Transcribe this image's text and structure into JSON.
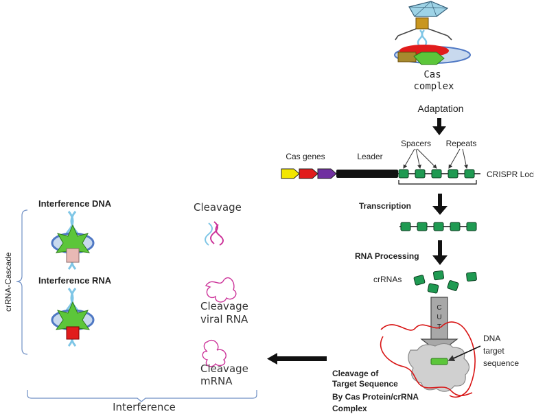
{
  "cas_complex_label": [
    "Cas",
    "complex"
  ],
  "adaptation": "Adaptation",
  "cas_genes": "Cas genes",
  "leader": "Leader",
  "spacers": "Spacers",
  "repeats": "Repeats",
  "crispr_loci": "CRISPR Loci",
  "transcription": "Transcription",
  "rna_processing": "RNA Processing",
  "crrnas": "crRNAs",
  "cut": [
    "C",
    "U",
    "T"
  ],
  "dna_target": [
    "DNA",
    "target",
    "sequence"
  ],
  "cleavage_target": [
    "Cleavage of",
    "Target Sequence",
    "By Cas Protein/crRNA",
    "Complex"
  ],
  "crrna_cascade": "crRNA-Cascade",
  "interference_dna": "Interference DNA",
  "interference_rna": "Interference RNA",
  "cleavage_1": "Cleavage",
  "cleavage_viral": [
    "Cleavage",
    "viral RNA"
  ],
  "cleavage_mrna": [
    "Cleavage",
    "mRNA"
  ],
  "interference": "Interference",
  "colors": {
    "gene_yellow": "#f2e600",
    "gene_red": "#e11c1c",
    "gene_purple": "#7030a0",
    "spacer_green": "#1f9a52",
    "star_green": "#5cc63a",
    "ring_blue": "#4f78c4",
    "dna_blue": "#7fc6e6",
    "cleavage_pink": "#cc3399",
    "membrane_red": "#d81515"
  }
}
